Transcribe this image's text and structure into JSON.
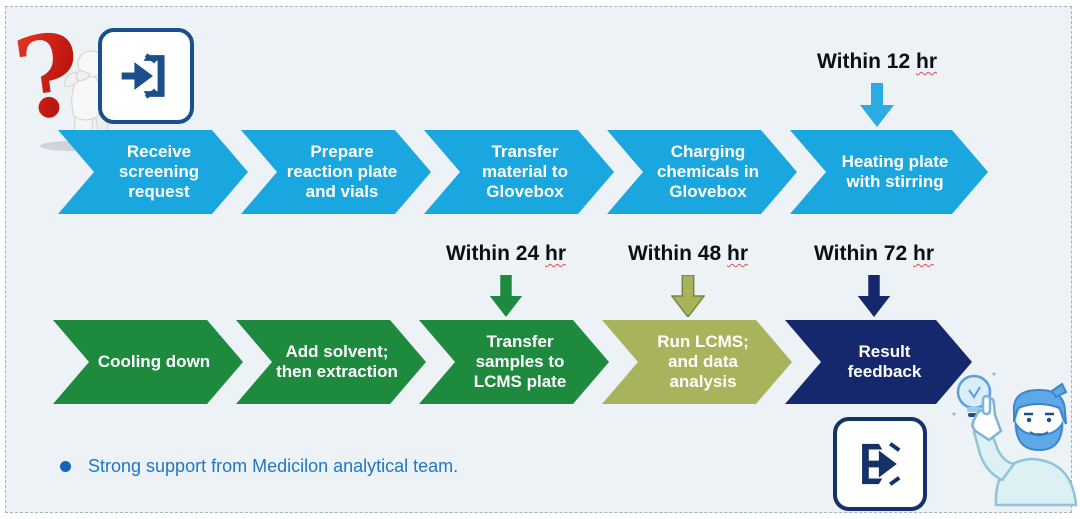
{
  "diagram": {
    "background": "#edf2f7",
    "border_color": "#a8b1bd"
  },
  "top_row": {
    "color": "#1aa7e0",
    "steps": [
      "Receive screening request",
      "Prepare reaction plate and vials",
      "Transfer material to Glovebox",
      "Charging chemicals in Glovebox",
      "Heating plate with stirring"
    ]
  },
  "bottom_row": {
    "colors": [
      "#1e8a3e",
      "#1e8a3e",
      "#1e8a3e",
      "#a9b35c",
      "#15286d"
    ],
    "steps": [
      "Cooling down",
      "Add solvent; then extraction",
      "Transfer samples to LCMS plate",
      "Run LCMS; and data analysis",
      "Result feedback"
    ]
  },
  "timers": [
    {
      "text": "Within 12",
      "unit": "hr",
      "arrow_color": "#2aabe2"
    },
    {
      "text": "Within 24",
      "unit": "hr",
      "arrow_color": "#1e8a3e"
    },
    {
      "text": "Within 48",
      "unit": "hr",
      "arrow_color": "#a9b35c"
    },
    {
      "text": "Within 72",
      "unit": "hr",
      "arrow_color": "#15286d"
    }
  ],
  "footer": {
    "note": "Strong support from Medicilon analytical team."
  },
  "icons": {
    "question_figure": "red-question-mark-with-thinking-figure",
    "enter": "enter-door-arrow-icon",
    "exit": "exit-door-arrow-icon",
    "idea_person": "man-pointing-at-lightbulb"
  }
}
